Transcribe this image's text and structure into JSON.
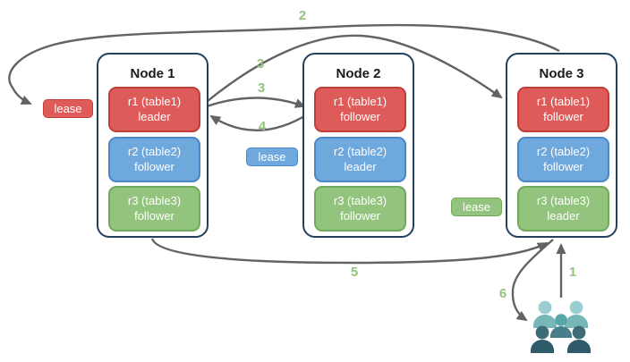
{
  "diagram": {
    "nodes": [
      {
        "title": "Node 1",
        "replicas": [
          {
            "range": "r1 (table1)",
            "role": "leader",
            "color": "#DF5B59"
          },
          {
            "range": "r2 (table2)",
            "role": "follower",
            "color": "#6FA8DC"
          },
          {
            "range": "r3 (table3)",
            "role": "follower",
            "color": "#93C47D"
          }
        ]
      },
      {
        "title": "Node 2",
        "replicas": [
          {
            "range": "r1 (table1)",
            "role": "follower",
            "color": "#DF5B59"
          },
          {
            "range": "r2 (table2)",
            "role": "leader",
            "color": "#6FA8DC"
          },
          {
            "range": "r3 (table3)",
            "role": "follower",
            "color": "#93C47D"
          }
        ]
      },
      {
        "title": "Node 3",
        "replicas": [
          {
            "range": "r1 (table1)",
            "role": "follower",
            "color": "#DF5B59"
          },
          {
            "range": "r2 (table2)",
            "role": "follower",
            "color": "#6FA8DC"
          },
          {
            "range": "r3 (table3)",
            "role": "leader",
            "color": "#93C47D"
          }
        ]
      }
    ],
    "leases": [
      {
        "label": "lease",
        "color": "#DF5B59",
        "attached_to": "r1 leader on Node 1"
      },
      {
        "label": "lease",
        "color": "#6FA8DC",
        "attached_to": "r2 leader on Node 2"
      },
      {
        "label": "lease",
        "color": "#93C47D",
        "attached_to": "r3 leader on Node 3"
      }
    ],
    "arrows": [
      {
        "step": "1",
        "from": "users",
        "to": "Node 3"
      },
      {
        "step": "2",
        "from": "Node 3",
        "to": "r1 lease"
      },
      {
        "step": "3",
        "from": "Node 1 r1 leader",
        "to": "Node 3 r1 follower"
      },
      {
        "step": "3",
        "from": "Node 1 r1 leader",
        "to": "Node 2 r1 follower"
      },
      {
        "step": "4",
        "from": "Node 2 r1 follower",
        "to": "Node 1 r1 leader"
      },
      {
        "step": "5",
        "from": "Node 1",
        "to": "Node 3"
      },
      {
        "step": "6",
        "from": "Node 3",
        "to": "users"
      }
    ],
    "colors": {
      "arrow": "#636363",
      "step_label": "#93C47D",
      "node_border": "#23405E",
      "red": "#DF5B59",
      "red_border": "#BE3E38",
      "blue": "#6FA8DC",
      "blue_border": "#4A86C8",
      "green": "#93C47D",
      "green_border": "#6FA95A",
      "users_light": "#99CFD0",
      "users_mid": "#57A6A7",
      "users_dark": "#2E5A69"
    },
    "icons": {
      "users": "users-group-icon"
    }
  }
}
